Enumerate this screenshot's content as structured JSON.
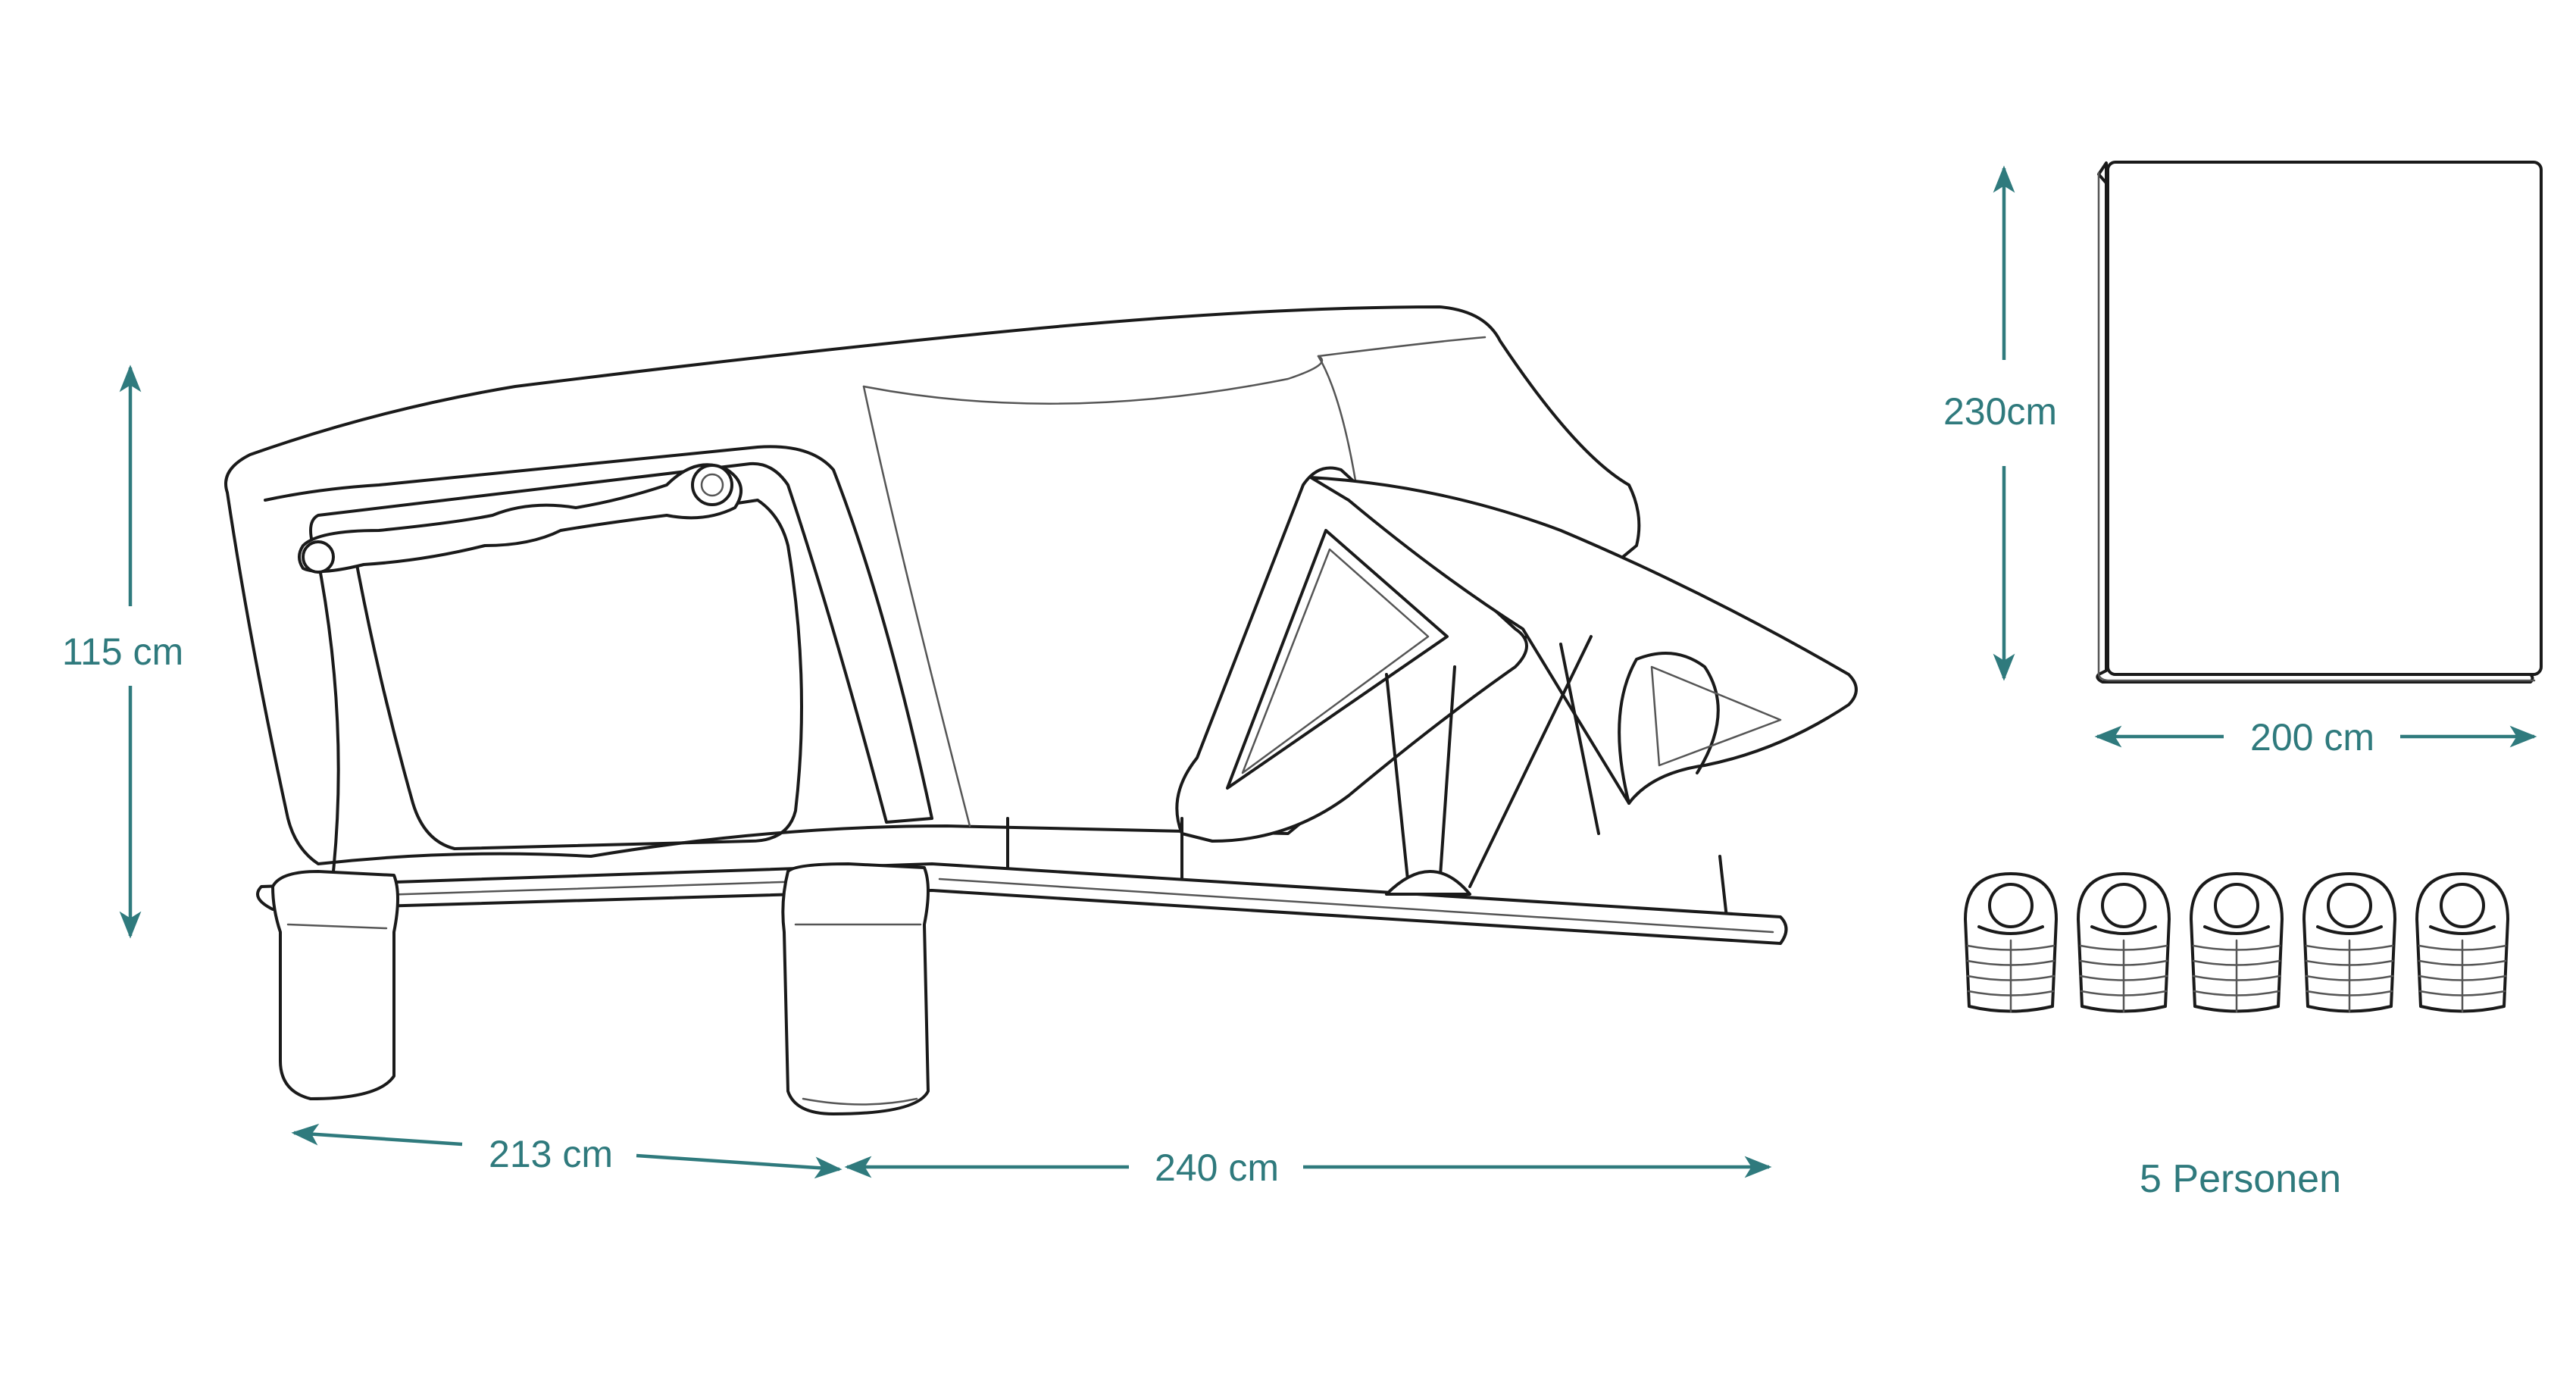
{
  "colors": {
    "accent": "#2f7a7d",
    "line": "#1a1a1a",
    "background": "#ffffff"
  },
  "dimensions": {
    "height": "115 cm",
    "length_base": "213 cm",
    "length_extension": "240 cm",
    "mattress_length": "230cm",
    "mattress_width": "200 cm"
  },
  "capacity": {
    "label": "5 Personen",
    "persons": 5,
    "person_icon": "sleeping-bag-person-icon"
  }
}
